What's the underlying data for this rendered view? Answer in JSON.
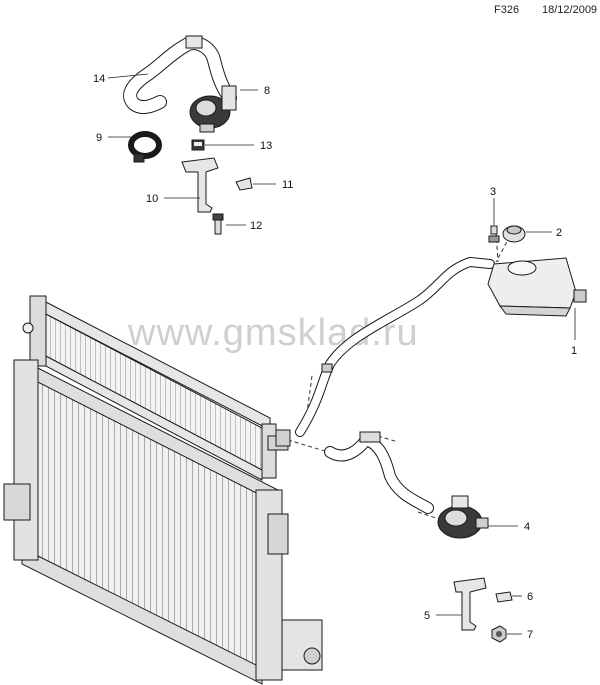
{
  "header": {
    "diagram_code": "F326",
    "date": "18/12/2009"
  },
  "watermark": "www.gmsklad.ru",
  "callouts": [
    {
      "id": "14",
      "label": "14",
      "part": "coolant-hose-upper"
    },
    {
      "id": "8",
      "label": "8",
      "part": "auxiliary-water-pump-upper"
    },
    {
      "id": "9",
      "label": "9",
      "part": "hose-clamp"
    },
    {
      "id": "13",
      "label": "13",
      "part": "pump-clip-upper"
    },
    {
      "id": "10",
      "label": "10",
      "part": "pump-bracket-upper"
    },
    {
      "id": "11",
      "label": "11",
      "part": "retaining-clip-upper"
    },
    {
      "id": "12",
      "label": "12",
      "part": "bolt"
    },
    {
      "id": "3",
      "label": "3",
      "part": "bleed-screw"
    },
    {
      "id": "2",
      "label": "2",
      "part": "reservoir-cap"
    },
    {
      "id": "1",
      "label": "1",
      "part": "coolant-reservoir"
    },
    {
      "id": "4",
      "label": "4",
      "part": "auxiliary-water-pump-lower"
    },
    {
      "id": "6",
      "label": "6",
      "part": "retaining-clip-lower"
    },
    {
      "id": "5",
      "label": "5",
      "part": "pump-bracket-lower"
    },
    {
      "id": "7",
      "label": "7",
      "part": "nut"
    }
  ]
}
